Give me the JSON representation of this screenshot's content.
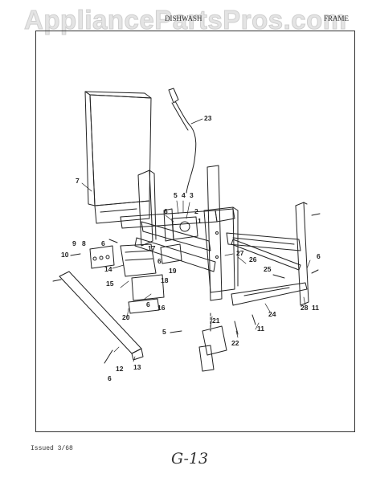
{
  "watermark": "AppliancePartsPros.com",
  "header": {
    "left": "DISHWASH",
    "right": "FRAME"
  },
  "footer": {
    "issued": "Issued 3/68",
    "page_code": "G-13"
  },
  "callouts": [
    "1",
    "2",
    "3",
    "4",
    "5",
    "5",
    "6",
    "6",
    "6",
    "6",
    "6",
    "6",
    "7",
    "8",
    "9",
    "10",
    "11",
    "11",
    "12",
    "13",
    "14",
    "15",
    "16",
    "17",
    "18",
    "19",
    "20",
    "21",
    "22",
    "23",
    "24",
    "25",
    "26",
    "27",
    "28"
  ]
}
